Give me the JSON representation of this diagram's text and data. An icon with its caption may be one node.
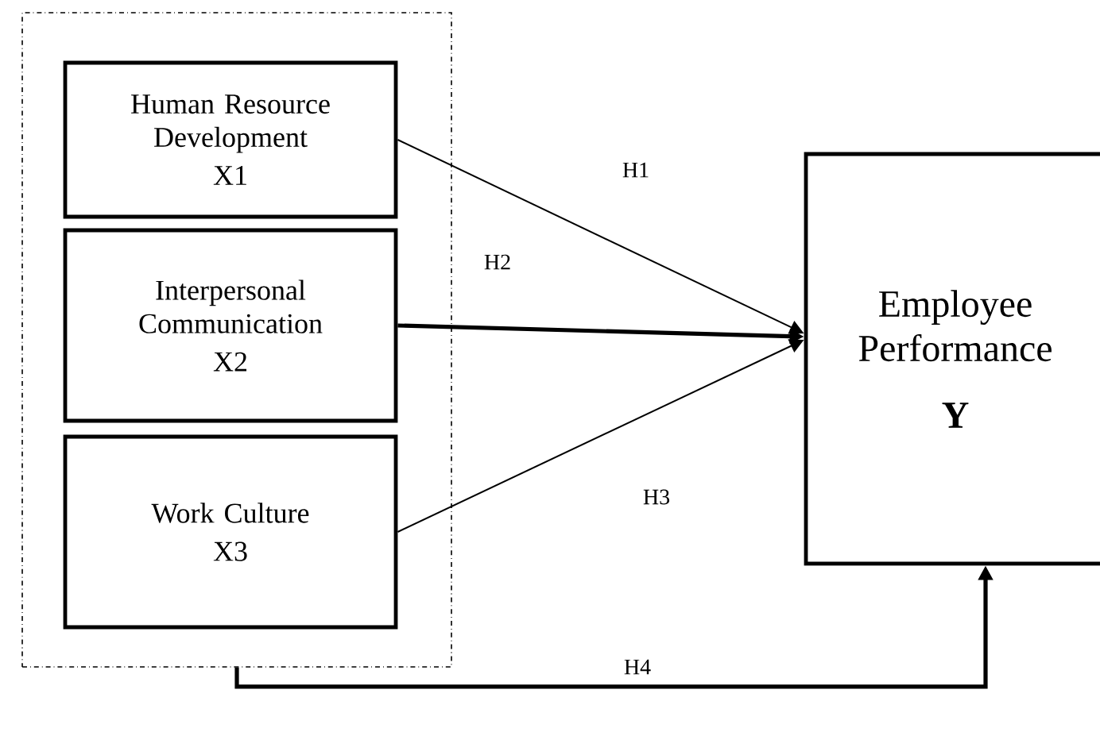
{
  "diagram": {
    "nodes": [
      {
        "text": [],
        "shape": "box"
      },
      {
        "text": [
          "Human Resource Development",
          "X1"
        ],
        "in": 0
      },
      {
        "text": [
          "Interpersonal Communication",
          "X2"
        ],
        "in": 0
      },
      {
        "text": [
          "Work Culture",
          "X3"
        ],
        "in": 0
      },
      {
        "text": [
          "Employee Performance",
          "Y"
        ]
      }
    ],
    "edges": [
      {
        "from": 1,
        "to": 4,
        "arrow": "to",
        "label": "H1"
      },
      {
        "from": 2,
        "to": 4,
        "arrow": "to",
        "label": "H2",
        "style": "thick"
      },
      {
        "from": 3,
        "to": 4,
        "arrow": "to",
        "label": "H3"
      },
      {
        "from": 0,
        "to": 4,
        "arrow": "to",
        "label": "H4",
        "style": "thick"
      }
    ]
  }
}
